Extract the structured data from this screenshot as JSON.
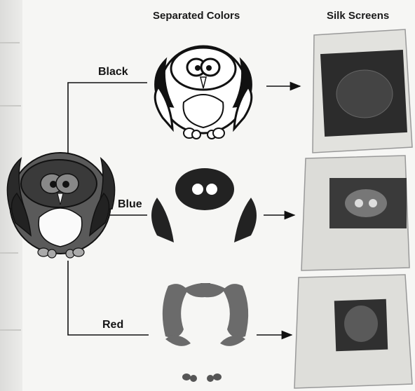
{
  "headers": {
    "separated_colors": "Separated Colors",
    "silk_screens": "Silk Screens"
  },
  "labels": {
    "black": "Black",
    "blue": "Blue",
    "red": "Red"
  },
  "colors": {
    "line": "#111111",
    "owl_black": "#1b1b1b",
    "owl_blue_layer": "#262626",
    "owl_red_layer": "#6e6e6e",
    "full_owl_body": "#555555",
    "screen_frame": "#dadad6",
    "screen_mesh_dark": "#2f2f2f"
  }
}
